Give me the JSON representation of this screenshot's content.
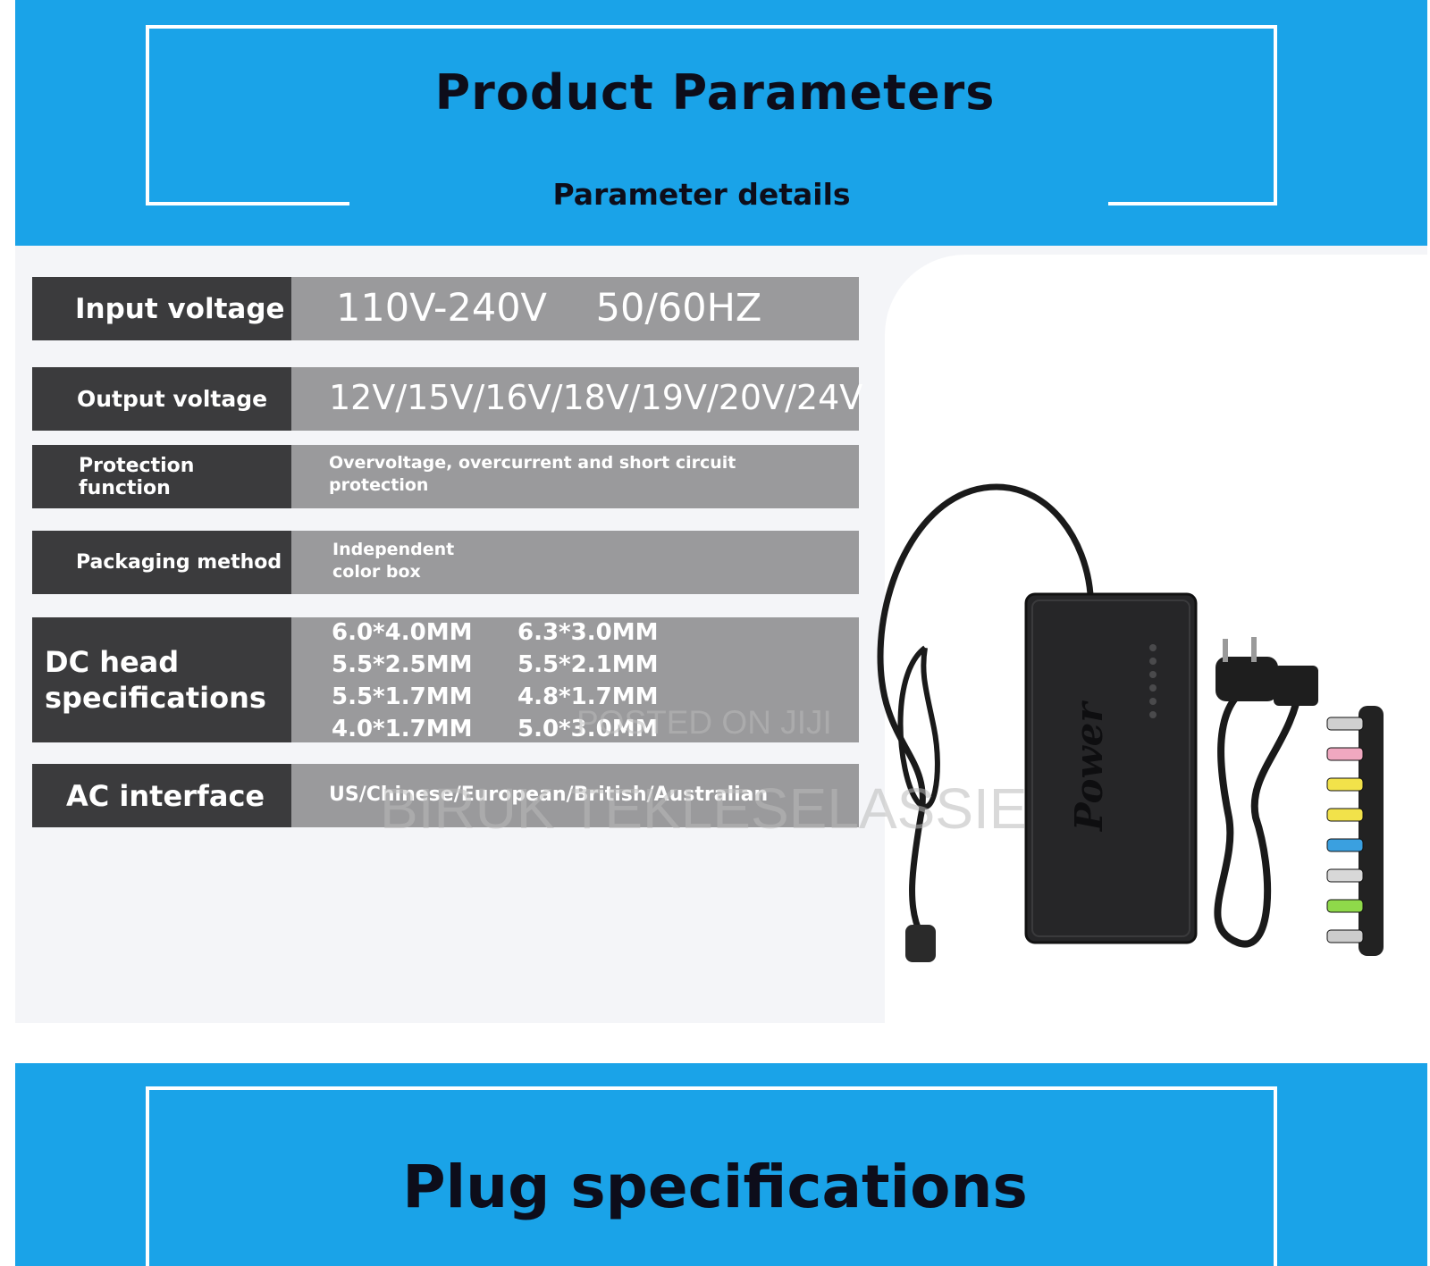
{
  "header": {
    "title": "Product Parameters",
    "subtitle": "Parameter details"
  },
  "specs": [
    {
      "label": "Input voltage",
      "value": "110V-240V    50/60HZ"
    },
    {
      "label": "Output voltage",
      "value": "12V/15V/16V/18V/19V/20V/24V"
    },
    {
      "label": "Protection function",
      "value_line1": "Overvoltage, overcurrent and short circuit",
      "value_line2": "protection"
    },
    {
      "label": "Packaging method",
      "value_line1": "Independent",
      "value_line2": "color box"
    },
    {
      "label_line1": "DC head",
      "label_line2": "specifications",
      "values": [
        "6.0*4.0MM",
        "6.3*3.0MM",
        "5.5*2.5MM",
        "5.5*2.1MM",
        "5.5*1.7MM",
        "4.8*1.7MM",
        "4.0*1.7MM",
        "5.0*3.0MM"
      ]
    },
    {
      "label": "AC interface",
      "value": "US/Chinese/European/British/Australian"
    }
  ],
  "product": {
    "adapter_label": "Power"
  },
  "watermark": {
    "line1": "POSTED ON JIJI",
    "line2": "BIRUK TEKLESELASSIE"
  },
  "footer": {
    "title": "Plug specifications"
  },
  "colors": {
    "banner": "#1aa3e8",
    "label_bg": "#3b3b3d",
    "value_bg": "#9a9a9c"
  }
}
